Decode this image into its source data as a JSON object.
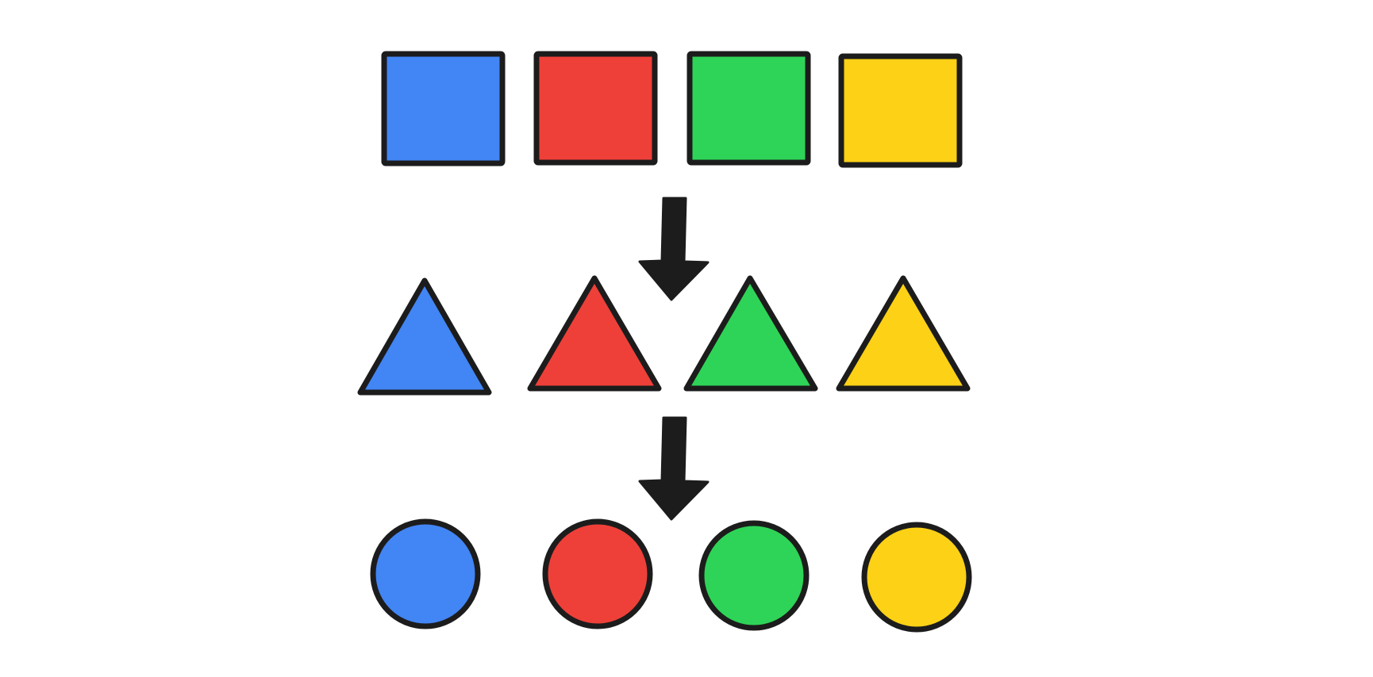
{
  "colors": {
    "blue": "#4285F4",
    "red": "#EE4039",
    "green": "#2ED457",
    "yellow": "#FCD116",
    "outline": "#1C1C1C",
    "background": "#FFFFFF"
  },
  "rows": [
    {
      "shape": "square",
      "items": [
        {
          "color": "blue"
        },
        {
          "color": "red"
        },
        {
          "color": "green"
        },
        {
          "color": "yellow"
        }
      ]
    },
    {
      "shape": "triangle",
      "items": [
        {
          "color": "blue"
        },
        {
          "color": "red"
        },
        {
          "color": "green"
        },
        {
          "color": "yellow"
        }
      ]
    },
    {
      "shape": "circle",
      "items": [
        {
          "color": "blue"
        },
        {
          "color": "red"
        },
        {
          "color": "green"
        },
        {
          "color": "yellow"
        }
      ]
    }
  ],
  "arrows": [
    {
      "from_row": 0,
      "to_row": 1,
      "direction": "down",
      "icon": "arrow-down-icon"
    },
    {
      "from_row": 1,
      "to_row": 2,
      "direction": "down",
      "icon": "arrow-down-icon"
    }
  ]
}
